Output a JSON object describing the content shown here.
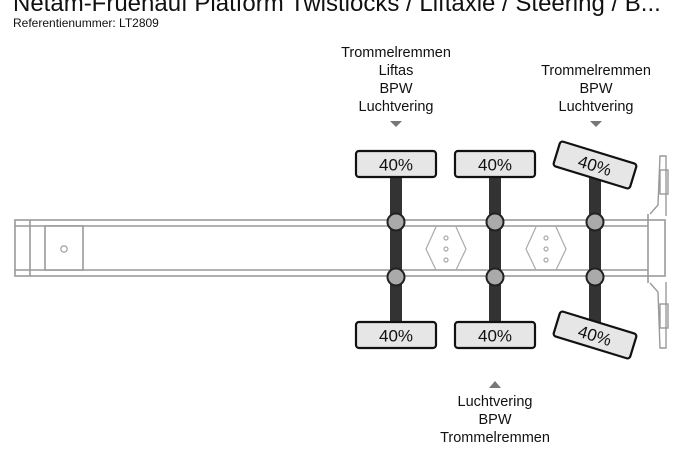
{
  "page_title": "Netam-Fruehauf Platform Twistlocks / Liftaxle / Steering / B...",
  "reference": "Referentienummer: LT2809",
  "colors": {
    "tire_fill": "#e6e6e6",
    "axle": "#333333",
    "frame_line": "#999999"
  },
  "axles": [
    {
      "top_tire": "40%",
      "bottom_tire": "40%",
      "top_labels": [
        "Trommelremmen",
        "Liftas",
        "BPW",
        "Luchtvering"
      ],
      "bottom_labels": []
    },
    {
      "top_tire": "40%",
      "bottom_tire": "40%",
      "top_labels": [],
      "bottom_labels": [
        "Luchtvering",
        "BPW",
        "Trommelremmen"
      ]
    },
    {
      "top_tire": "40%",
      "bottom_tire": "40%",
      "top_labels": [
        "Trommelremmen",
        "BPW",
        "Luchtvering"
      ],
      "bottom_labels": []
    }
  ]
}
